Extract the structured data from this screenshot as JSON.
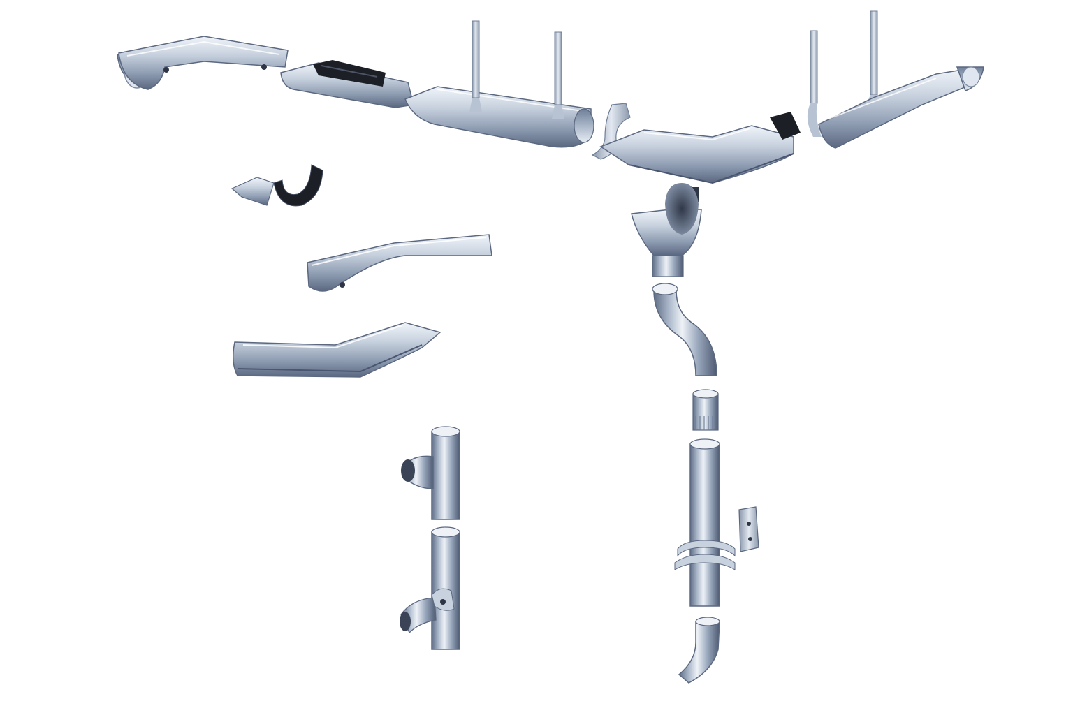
{
  "scene": {
    "background": "#ffffff",
    "metal_light": "#e8edf4",
    "metal_mid": "#b3bfd0",
    "metal_dark": "#6f7f98",
    "metal_deep": "#3f4a5f",
    "rubber": "#1c1f26",
    "components": [
      "half-round-gutter-run",
      "gutter-end-cap-left",
      "gutter-end-cap-right",
      "gutter-hangers",
      "gutter-connector-seal",
      "outer-corner-gutter",
      "inner-corner-gutter",
      "downpipe-outlet",
      "offset-bend",
      "pipe-connector",
      "downpipe-section",
      "pipe-bracket",
      "downpipe-shoe",
      "branch-pipe",
      "rain-water-diverter"
    ]
  }
}
